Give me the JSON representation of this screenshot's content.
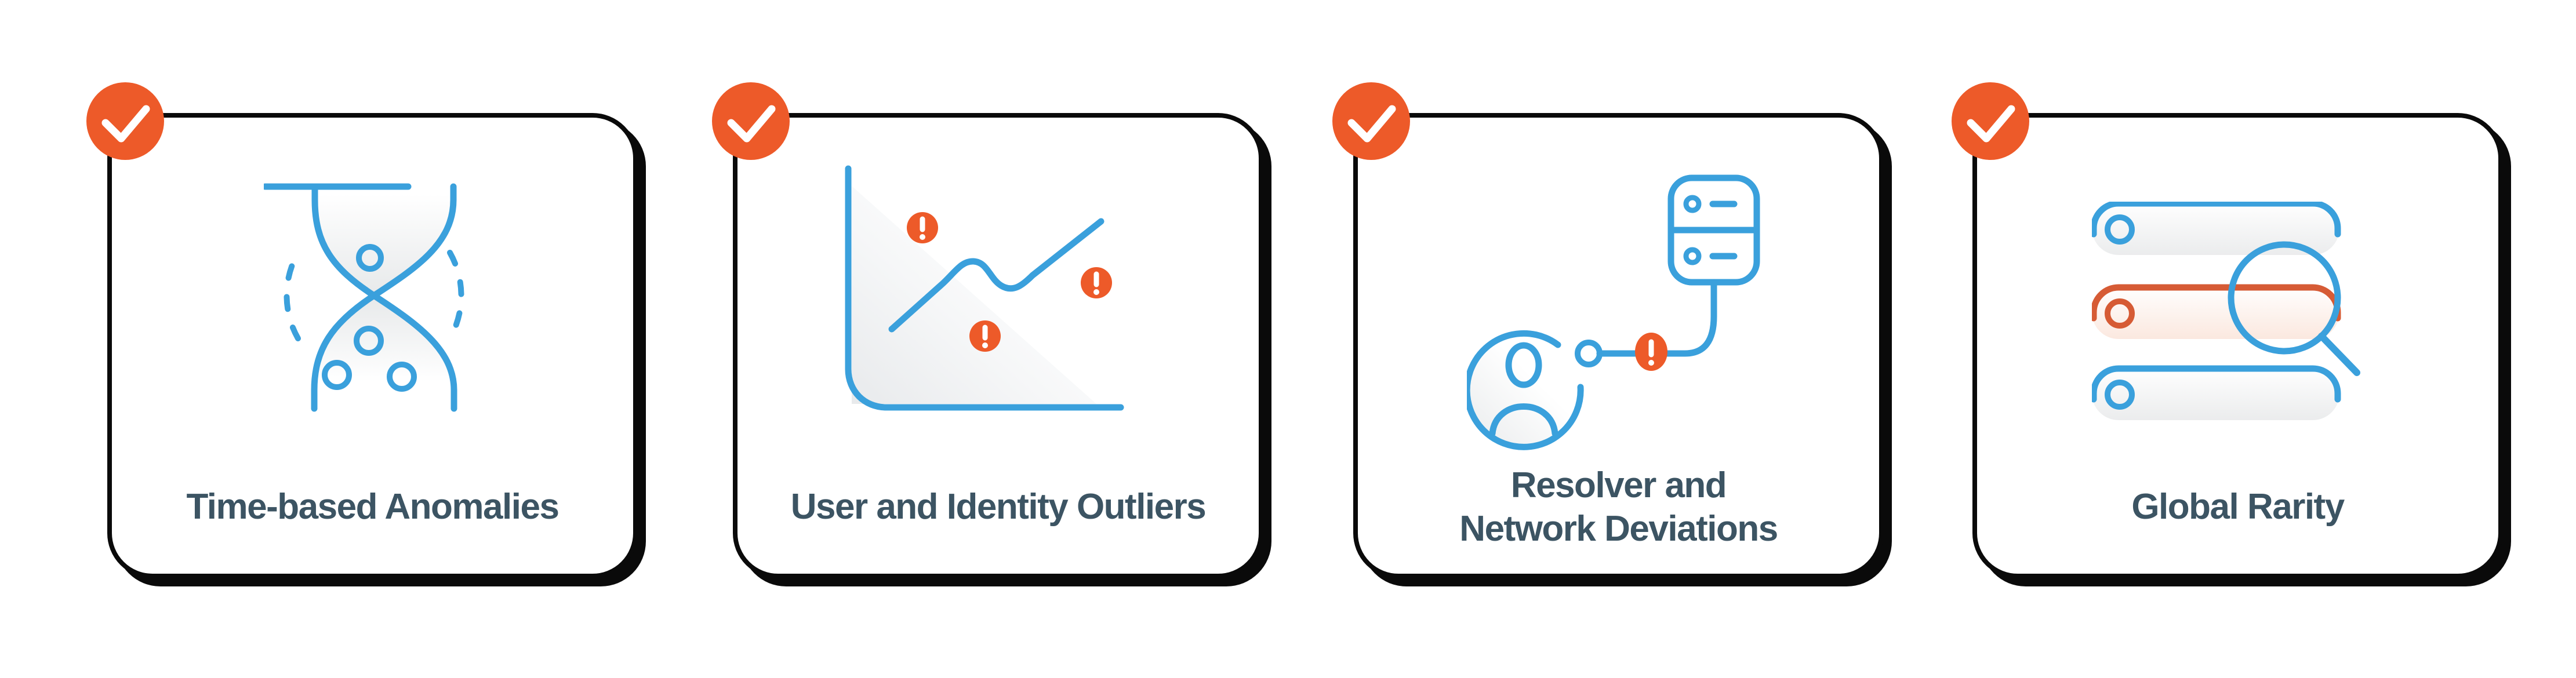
{
  "colors": {
    "blue": "#3AA0DC",
    "orange": "#ED5A29",
    "rust": "#D65B35",
    "label": "#3C5463",
    "ink": "#0A0A0A"
  },
  "cards": [
    {
      "name": "time-based-anomalies",
      "label_line1": "Time-based Anomalies",
      "checked": true,
      "icon": "hourglass-dna-icon"
    },
    {
      "name": "user-and-identity-outliers",
      "label_line1": "User and Identity Outliers",
      "checked": true,
      "icon": "line-chart-alerts-icon"
    },
    {
      "name": "resolver-and-network-deviations",
      "label_line1": "Resolver and",
      "label_line2": "Network Deviations",
      "checked": true,
      "icon": "user-server-alert-icon"
    },
    {
      "name": "global-rarity",
      "label_line1": "Global Rarity",
      "checked": true,
      "icon": "list-magnifier-icon"
    }
  ]
}
